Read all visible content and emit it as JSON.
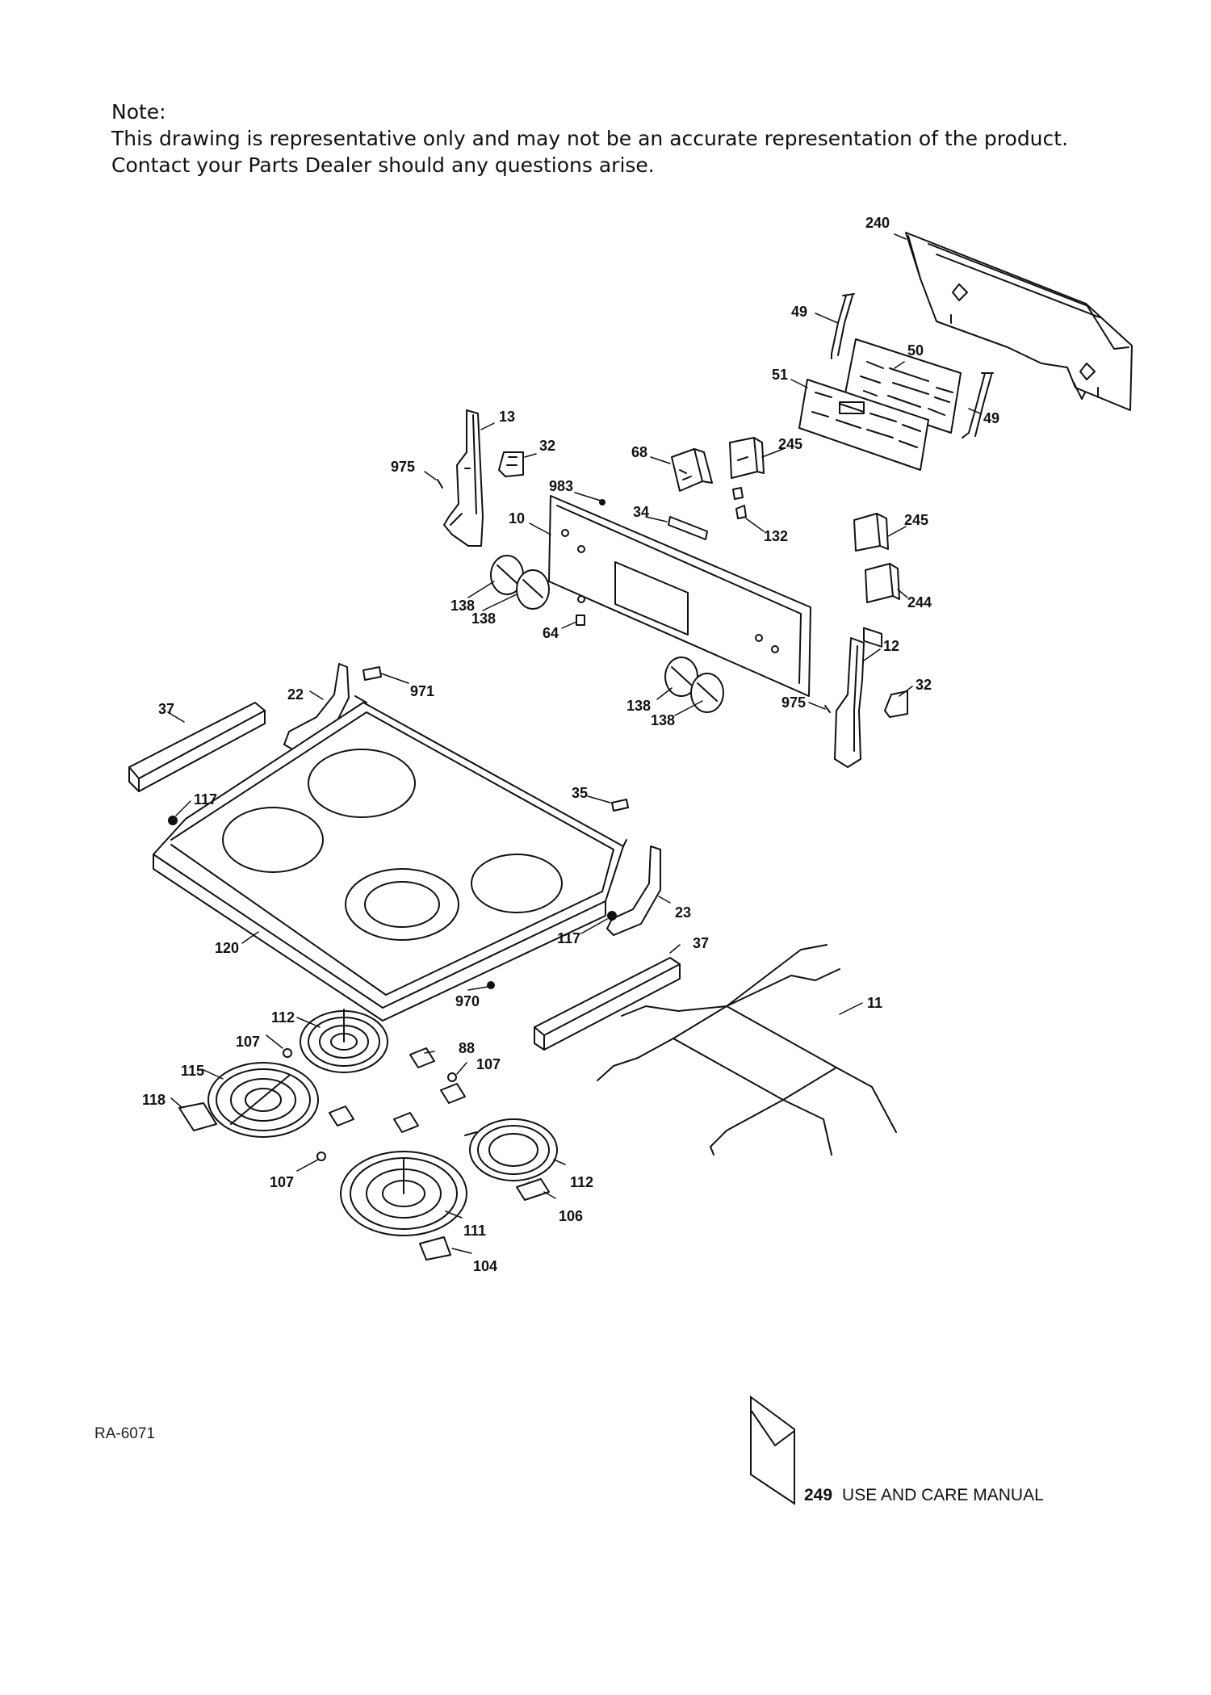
{
  "note": {
    "heading": "Note:",
    "line1": "This drawing is representative only and may not be an accurate representation of the product.",
    "line2": "Contact your Parts Dealer should any questions arise."
  },
  "part_labels": {
    "p240": "240",
    "p49a": "49",
    "p50": "50",
    "p51": "51",
    "p49b": "49",
    "p13": "13",
    "p32a": "32",
    "p975a": "975",
    "p68": "68",
    "p245a": "245",
    "p983": "983",
    "p34": "34",
    "p132": "132",
    "p10": "10",
    "p245b": "245",
    "p244": "244",
    "p138a": "138",
    "p138b": "138",
    "p64": "64",
    "p12": "12",
    "p32b": "32",
    "p975b": "975",
    "p138c": "138",
    "p138d": "138",
    "p37a": "37",
    "p22": "22",
    "p971": "971",
    "p117a": "117",
    "p35": "35",
    "p23": "23",
    "p117b": "117",
    "p37b": "37",
    "p120": "120",
    "p970": "970",
    "p11": "11",
    "p112a": "112",
    "p107a": "107",
    "p88": "88",
    "p107b": "107",
    "p115": "115",
    "p118": "118",
    "p107c": "107",
    "p112b": "112",
    "p106": "106",
    "p111": "111",
    "p104": "104"
  },
  "footer": {
    "diagram_code": "RA-6071",
    "manual_number": "249",
    "manual_label": "USE AND CARE MANUAL"
  }
}
